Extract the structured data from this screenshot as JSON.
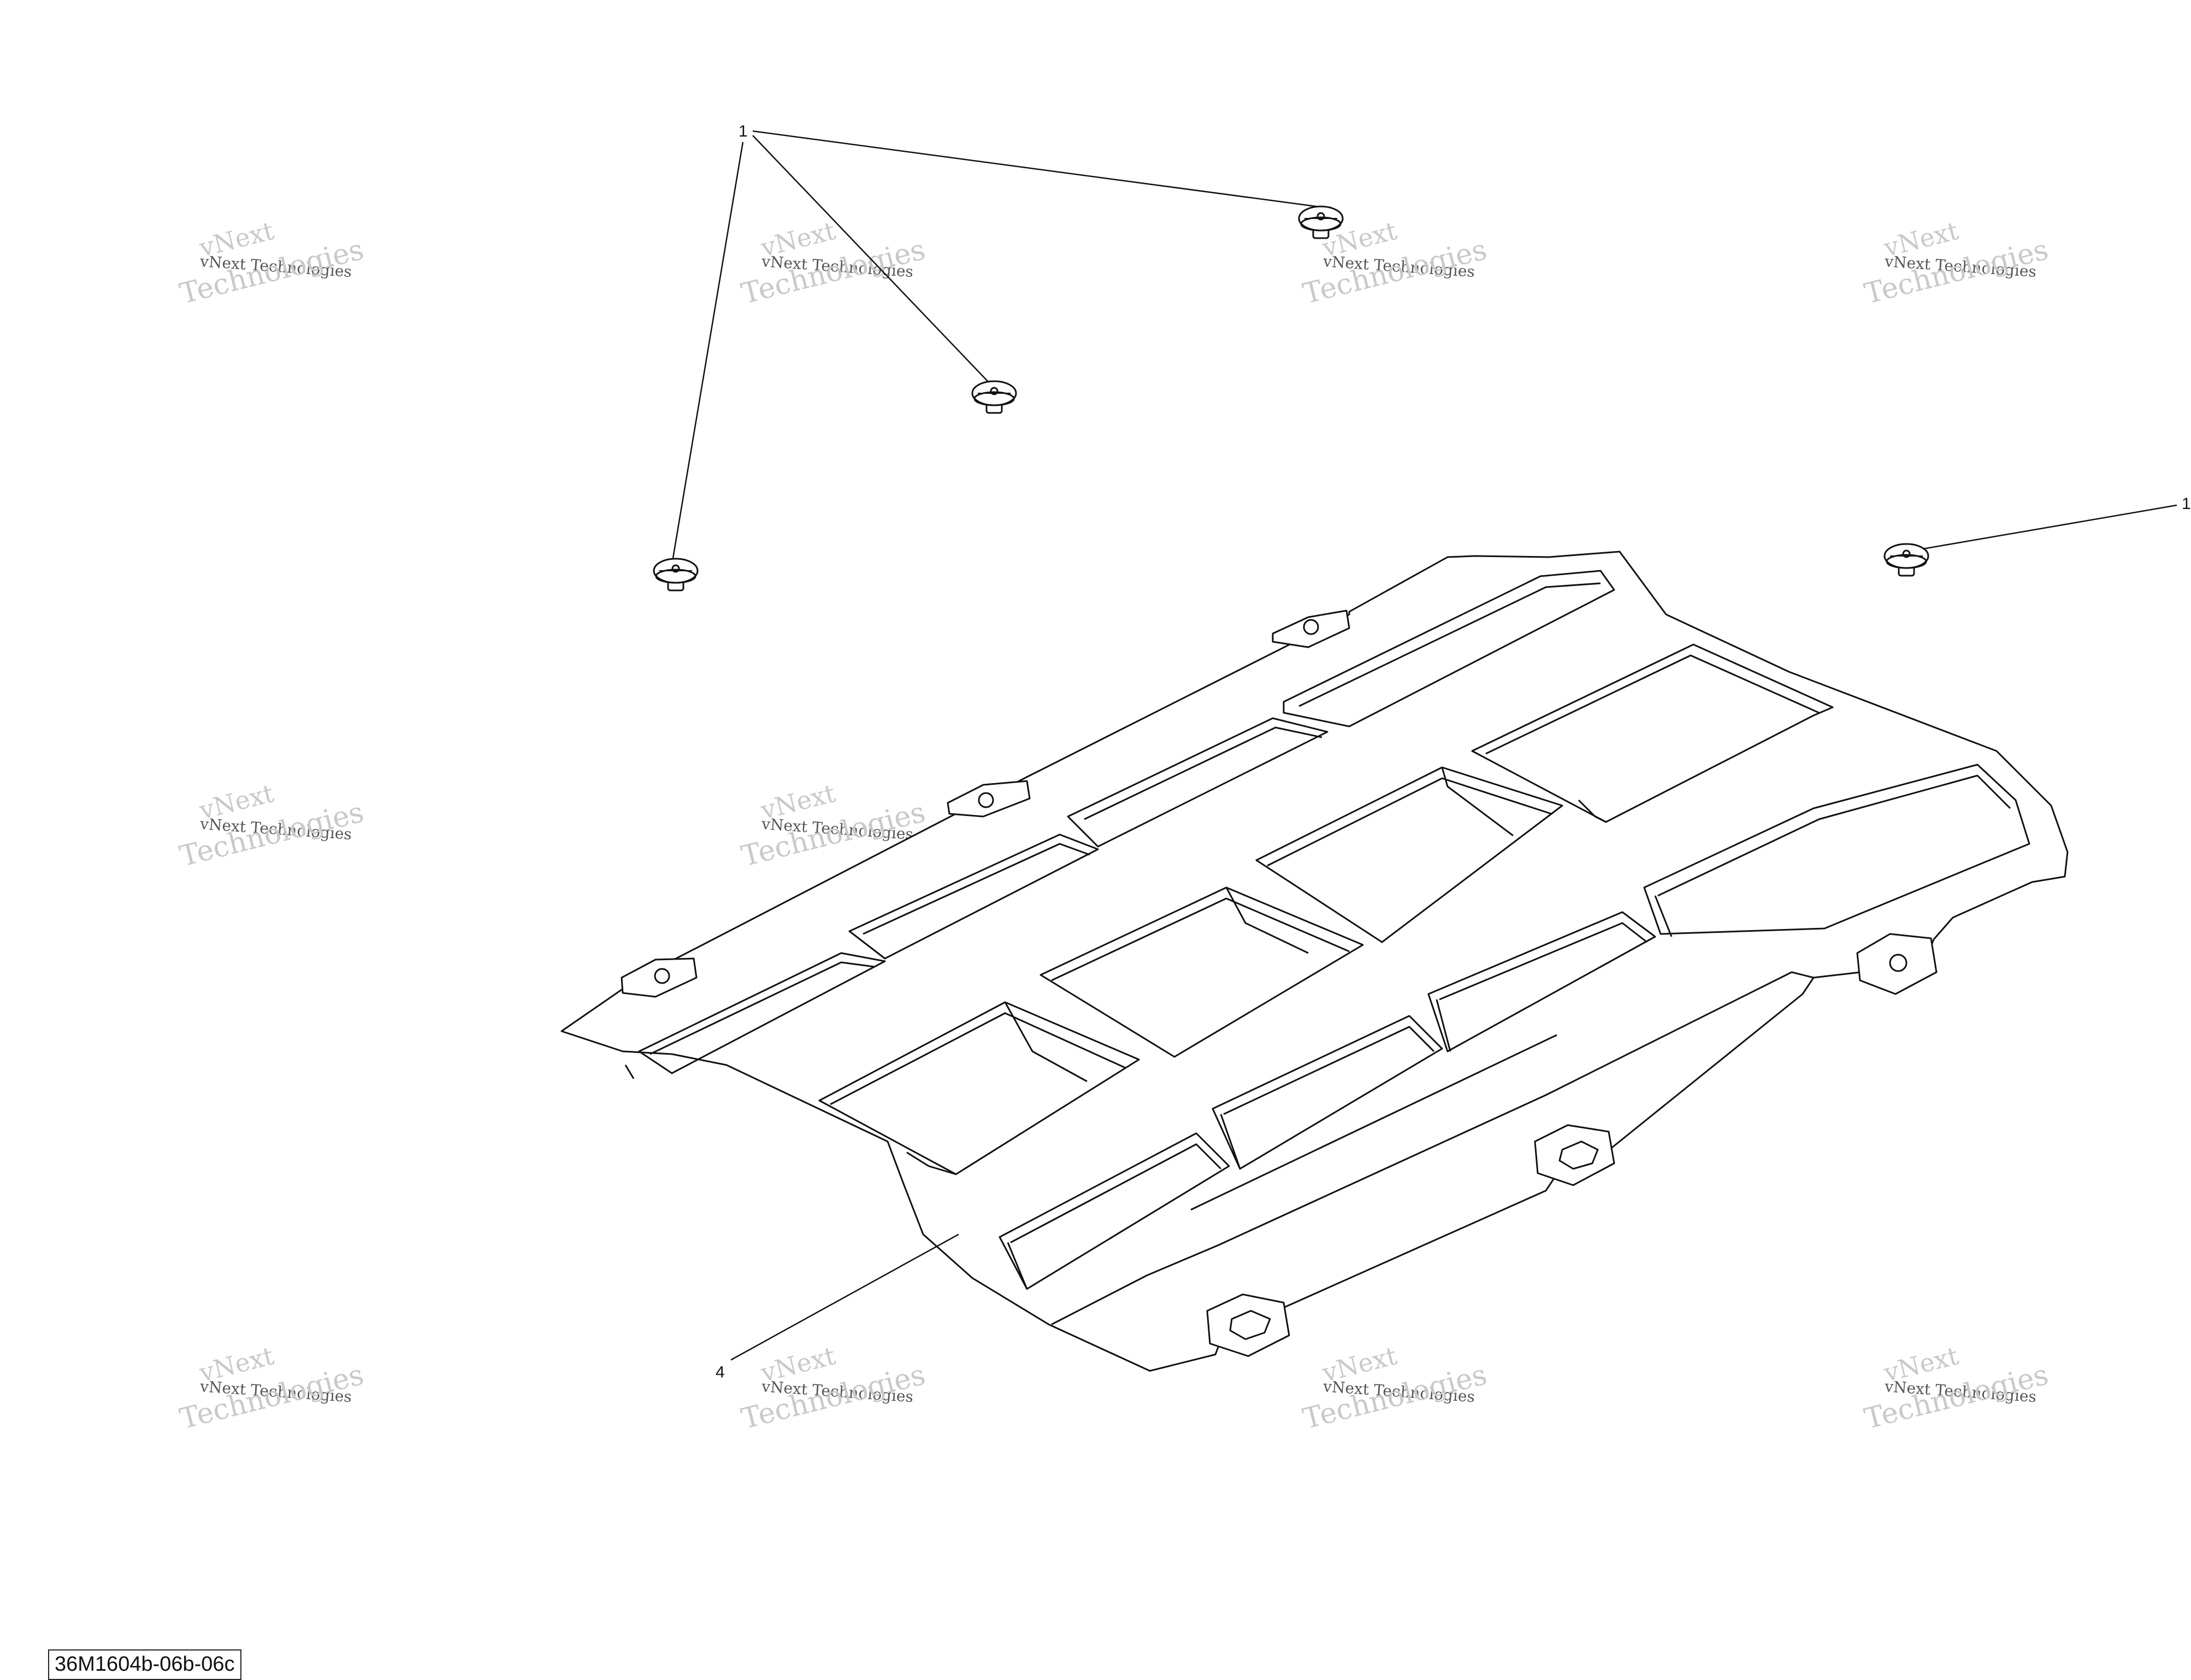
{
  "callouts": {
    "fastener_label": "1",
    "plate_label": "4",
    "edge_label": "1"
  },
  "watermark": {
    "line1": "vNext",
    "line2": "vNext Technologies",
    "line3": "Technologies"
  },
  "reference": {
    "code": "36M1604b-06b-06c"
  },
  "colors": {
    "line": "#111111",
    "watermark": "#9a9a9a",
    "background": "#ffffff"
  }
}
